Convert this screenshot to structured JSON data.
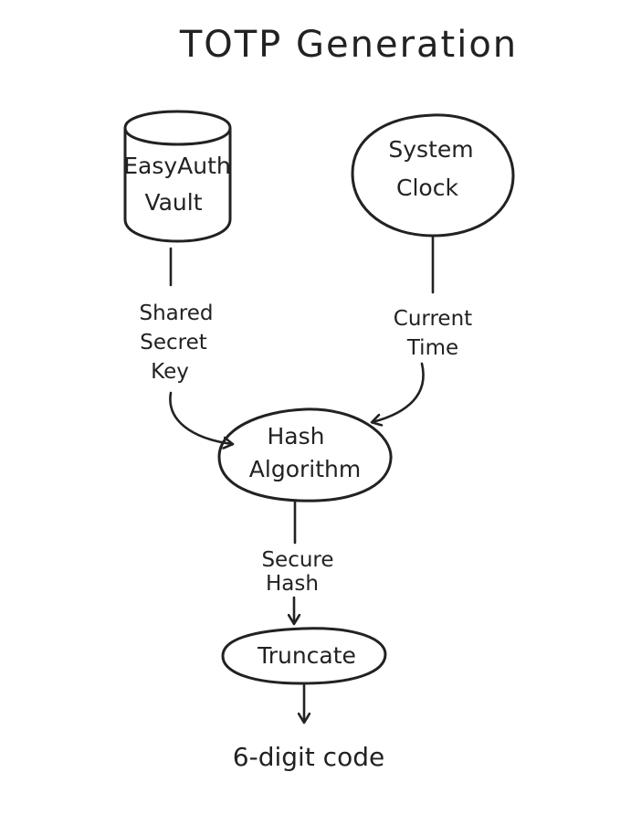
{
  "title": "TOTP Generation",
  "nodes": {
    "vault": {
      "line1": "EasyAuth",
      "line2": "Vault"
    },
    "clock": {
      "line1": "System",
      "line2": "Clock"
    },
    "hash": {
      "line1": "Hash",
      "line2": "Algorithm"
    },
    "truncate": {
      "label": "Truncate"
    }
  },
  "edges": {
    "secret": {
      "line1": "Shared",
      "line2": "Secret",
      "line3": "Key"
    },
    "time": {
      "line1": "Current",
      "line2": "Time"
    },
    "hash_out": {
      "line1": "Secure",
      "line2": "Hash"
    }
  },
  "output": {
    "label": "6-digit code"
  },
  "colors": {
    "ink": "#222222",
    "paper": "#ffffff"
  }
}
